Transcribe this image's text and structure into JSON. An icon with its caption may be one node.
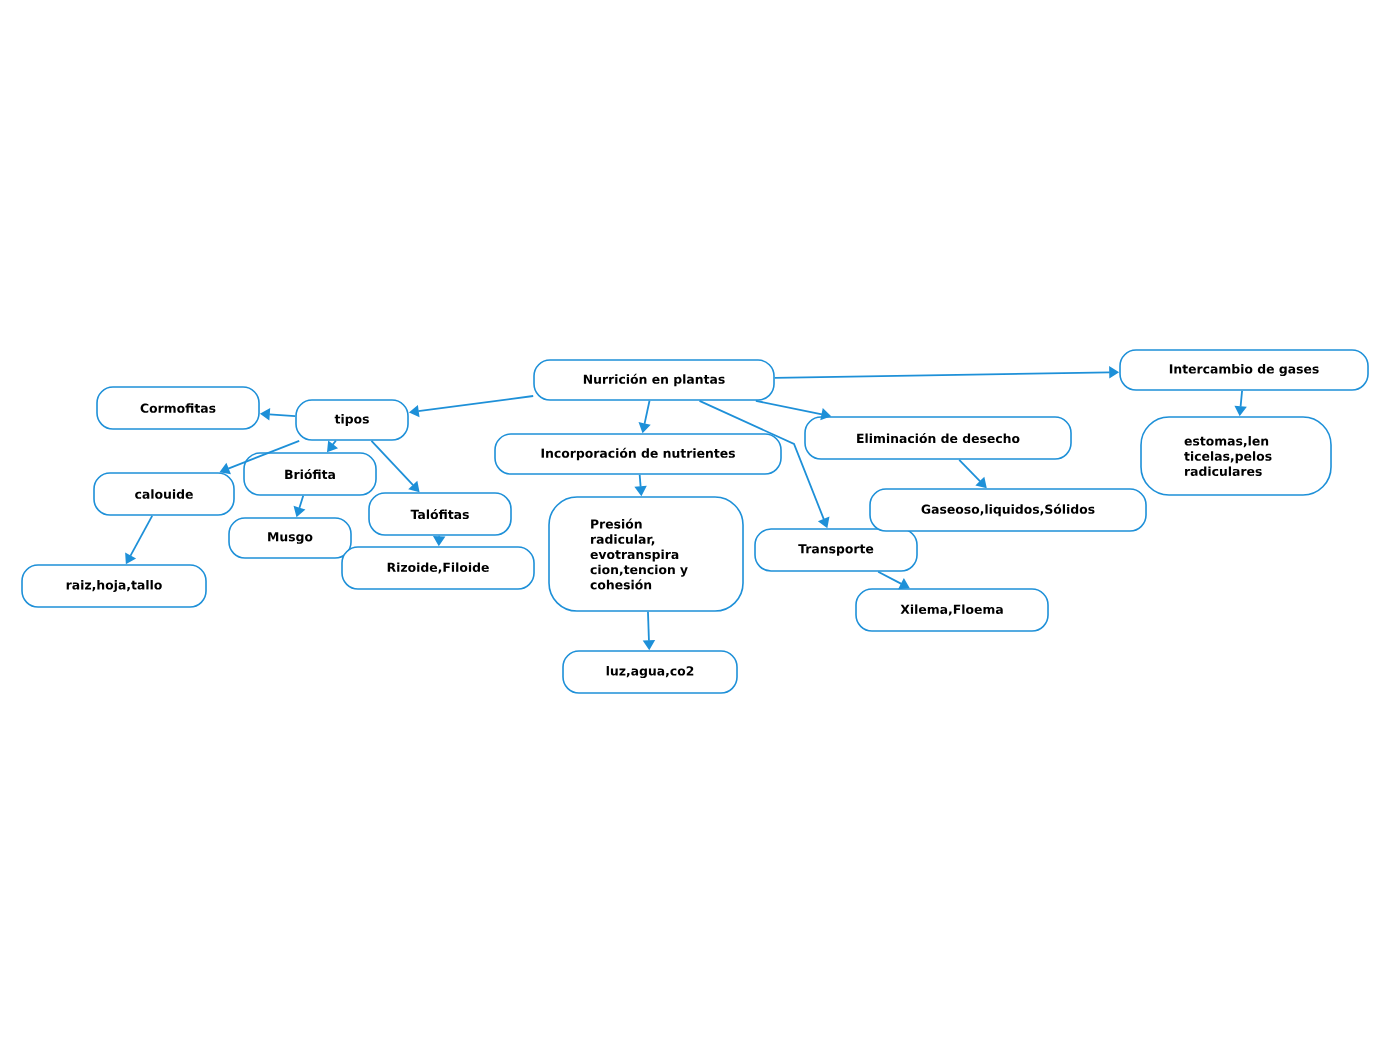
{
  "diagram": {
    "nodes": [
      {
        "text": [
          "Nurrición en plantas"
        ]
      },
      {
        "text": [
          "tipos"
        ]
      },
      {
        "text": [
          "Cormofitas"
        ]
      },
      {
        "text": [
          "Incorporación de nutrientes"
        ]
      },
      {
        "text": [
          "Eliminación de desecho"
        ]
      },
      {
        "text": [
          "Intercambio de gases"
        ]
      },
      {
        "text": [
          "calouide"
        ]
      },
      {
        "text": [
          "Briófita"
        ]
      },
      {
        "text": [
          "Talófitas"
        ]
      },
      {
        "text": [
          "Musgo"
        ]
      },
      {
        "text": [
          "Rizoide,Filoide"
        ]
      },
      {
        "text": [
          "raiz,hoja,tallo"
        ]
      },
      {
        "text": [
          "Presión radicular, evotranspira cion,tencion y cohesión"
        ]
      },
      {
        "text": [
          "luz,agua,co2"
        ]
      },
      {
        "text": [
          "Transporte"
        ]
      },
      {
        "text": [
          "Gaseoso,liquidos,Sólidos"
        ]
      },
      {
        "text": [
          "Xilema,Floema"
        ]
      },
      {
        "text": [
          "estomas,len ticelas,pelos radiculares"
        ]
      }
    ],
    "edges": [
      {
        "from": 0,
        "to": 1,
        "arrow": "to"
      },
      {
        "from": 1,
        "to": 2,
        "arrow": "to"
      },
      {
        "from": 0,
        "to": 3,
        "arrow": "to"
      },
      {
        "from": 0,
        "to": 4,
        "arrow": "to"
      },
      {
        "from": 0,
        "to": 5,
        "arrow": "to"
      },
      {
        "from": 0,
        "to": 14,
        "arrow": "to"
      },
      {
        "from": 1,
        "to": 6,
        "arrow": "to"
      },
      {
        "from": 1,
        "to": 7,
        "arrow": "to"
      },
      {
        "from": 1,
        "to": 8,
        "arrow": "to"
      },
      {
        "from": 7,
        "to": 9,
        "arrow": "to"
      },
      {
        "from": 8,
        "to": 10,
        "arrow": "to"
      },
      {
        "from": 6,
        "to": 11,
        "arrow": "to"
      },
      {
        "from": 3,
        "to": 12,
        "arrow": "to"
      },
      {
        "from": 12,
        "to": 13,
        "arrow": "to"
      },
      {
        "from": 4,
        "to": 15,
        "arrow": "to"
      },
      {
        "from": 14,
        "to": 16,
        "arrow": "to"
      },
      {
        "from": 5,
        "to": 17,
        "arrow": "to"
      }
    ]
  }
}
